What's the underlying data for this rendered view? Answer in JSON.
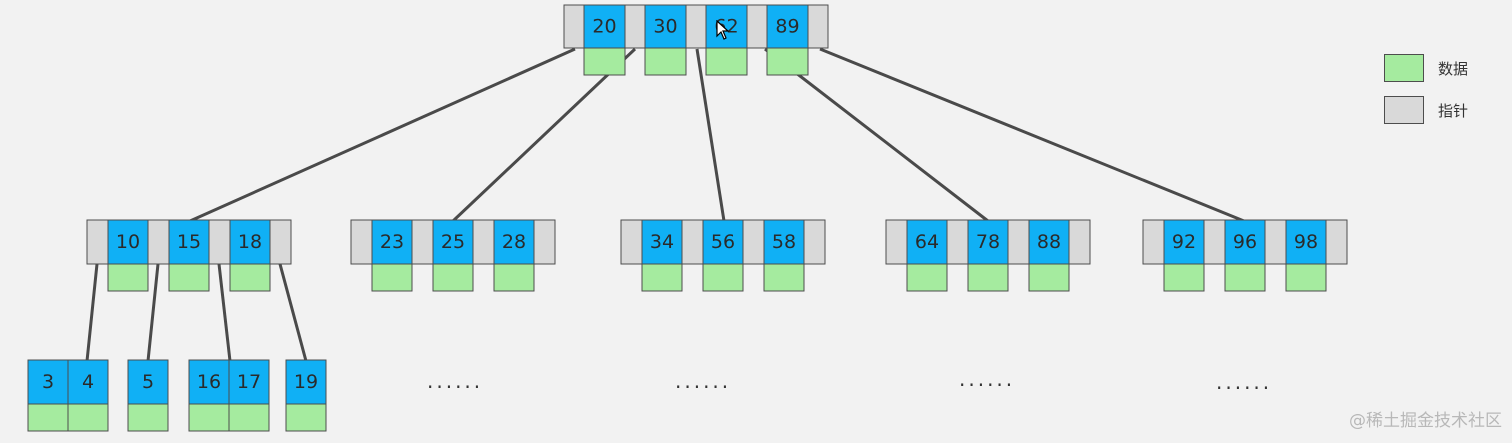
{
  "nodes": {
    "root": {
      "keys": [
        "20",
        "30",
        "62",
        "89"
      ]
    },
    "level2": [
      {
        "keys": [
          "10",
          "15",
          "18"
        ]
      },
      {
        "keys": [
          "23",
          "25",
          "28"
        ]
      },
      {
        "keys": [
          "34",
          "56",
          "58"
        ]
      },
      {
        "keys": [
          "64",
          "78",
          "88"
        ]
      },
      {
        "keys": [
          "92",
          "96",
          "98"
        ]
      }
    ],
    "leaves": [
      {
        "keys": [
          "3",
          "4"
        ]
      },
      {
        "keys": [
          "5"
        ]
      },
      {
        "keys": [
          "16",
          "17"
        ]
      },
      {
        "keys": [
          "19"
        ]
      }
    ],
    "ellipses": [
      "......",
      "......",
      "......",
      "......"
    ]
  },
  "legend": {
    "data_label": "数据",
    "pointer_label": "指针",
    "data_color": "#a5eb9f",
    "pointer_color": "#d9d9d9"
  },
  "colors": {
    "key": "#10b0f5",
    "data": "#a5eb9f",
    "pointer": "#d9d9d9",
    "edge": "#4a4a4a"
  },
  "watermark": "@稀土掘金技术社区"
}
